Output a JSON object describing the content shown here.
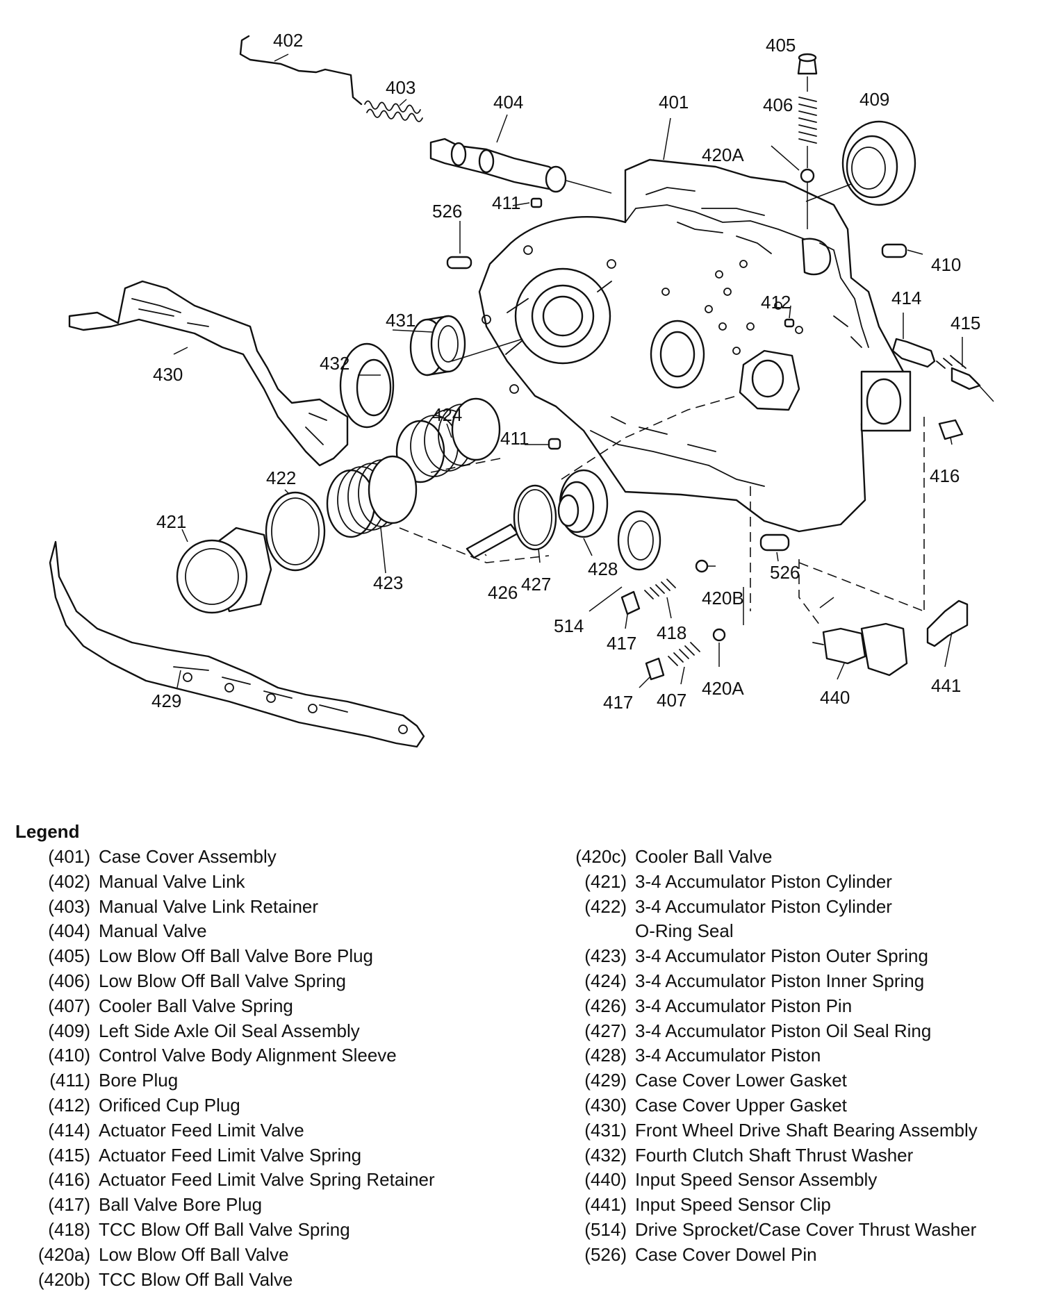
{
  "callouts": [
    "402",
    "403",
    "404",
    "401",
    "405",
    "406",
    "409",
    "420A",
    "411",
    "526",
    "410",
    "412",
    "414",
    "415",
    "430",
    "431",
    "432",
    "416",
    "424",
    "411",
    "422",
    "421",
    "423",
    "426",
    "427",
    "428",
    "514",
    "420B",
    "526",
    "417",
    "418",
    "417",
    "407",
    "420A",
    "440",
    "441",
    "429"
  ],
  "legend": {
    "title": "Legend",
    "col1": [
      {
        "code": "(401)",
        "desc": "Case Cover Assembly"
      },
      {
        "code": "(402)",
        "desc": "Manual Valve Link"
      },
      {
        "code": "(403)",
        "desc": "Manual Valve Link Retainer"
      },
      {
        "code": "(404)",
        "desc": "Manual Valve"
      },
      {
        "code": "(405)",
        "desc": "Low Blow Off Ball Valve Bore Plug"
      },
      {
        "code": "(406)",
        "desc": "Low Blow Off Ball Valve Spring"
      },
      {
        "code": "(407)",
        "desc": "Cooler Ball Valve Spring"
      },
      {
        "code": "(409)",
        "desc": "Left Side Axle Oil Seal Assembly"
      },
      {
        "code": "(410)",
        "desc": "Control Valve Body Alignment Sleeve"
      },
      {
        "code": "(411)",
        "desc": "Bore Plug"
      },
      {
        "code": "(412)",
        "desc": "Orificed Cup Plug"
      },
      {
        "code": "(414)",
        "desc": "Actuator Feed Limit Valve"
      },
      {
        "code": "(415)",
        "desc": "Actuator Feed Limit Valve Spring"
      },
      {
        "code": "(416)",
        "desc": "Actuator Feed Limit Valve Spring Retainer"
      },
      {
        "code": "(417)",
        "desc": "Ball Valve Bore Plug"
      },
      {
        "code": "(418)",
        "desc": "TCC Blow Off Ball Valve Spring"
      },
      {
        "code": "(420a)",
        "desc": "Low Blow Off Ball Valve"
      },
      {
        "code": "(420b)",
        "desc": "TCC Blow Off Ball Valve"
      }
    ],
    "col2": [
      {
        "code": "(420c)",
        "desc": "Cooler Ball Valve"
      },
      {
        "code": "(421)",
        "desc": "3-4 Accumulator Piston Cylinder"
      },
      {
        "code": "(422)",
        "desc": "3-4 Accumulator Piston Cylinder",
        "desc2": "O-Ring Seal"
      },
      {
        "code": "(423)",
        "desc": "3-4 Accumulator Piston Outer Spring"
      },
      {
        "code": "(424)",
        "desc": "3-4 Accumulator Piston Inner Spring"
      },
      {
        "code": "(426)",
        "desc": "3-4 Accumulator Piston Pin"
      },
      {
        "code": "(427)",
        "desc": "3-4 Accumulator Piston Oil Seal Ring"
      },
      {
        "code": "(428)",
        "desc": "3-4 Accumulator Piston"
      },
      {
        "code": "(429)",
        "desc": "Case Cover Lower Gasket"
      },
      {
        "code": "(430)",
        "desc": "Case Cover Upper Gasket"
      },
      {
        "code": "(431)",
        "desc": "Front Wheel Drive Shaft Bearing Assembly"
      },
      {
        "code": "(432)",
        "desc": "Fourth Clutch Shaft Thrust Washer"
      },
      {
        "code": "(440)",
        "desc": "Input Speed Sensor Assembly"
      },
      {
        "code": "(441)",
        "desc": "Input Speed Sensor Clip"
      },
      {
        "code": "(514)",
        "desc": "Drive Sprocket/Case Cover Thrust Washer"
      },
      {
        "code": "(526)",
        "desc": "Case Cover Dowel Pin"
      }
    ]
  }
}
